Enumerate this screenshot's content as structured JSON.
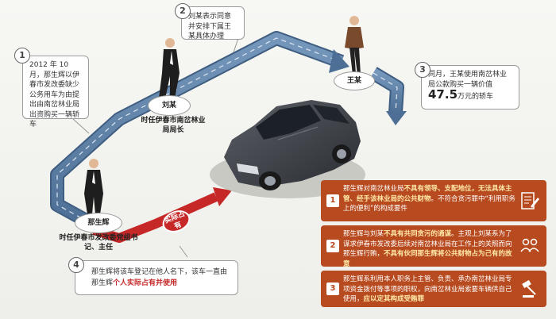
{
  "steps": [
    {
      "num": "1",
      "text": "2012 年 10 月，那生辉以伊春市发改委缺少公务用车为由提出由南岔林业局出资购买一辆轿车"
    },
    {
      "num": "2",
      "text": "刘某表示同意并安排下属王某具体办理"
    },
    {
      "num": "3",
      "pre": "同月，王某使用南岔林业局公款购买一辆价值",
      "amount": "47.5",
      "post": "万元的轿车"
    },
    {
      "num": "4",
      "pre": "那生辉将该车登记在他人名下，该车一直由那生辉",
      "highlight": "个人实际占有并使用"
    }
  ],
  "people": {
    "liu": {
      "name": "刘某",
      "title": "时任伊春市南岔林业局局长"
    },
    "wang": {
      "name": "王某"
    },
    "na": {
      "name": "那生辉",
      "title": "时任伊春市发改委党组书记、主任"
    }
  },
  "tag": "实际占有",
  "points": [
    {
      "num": "1",
      "pre": "那生辉对南岔林业局",
      "b1": "不具有领导、支配地位，无法具体主管、经手该林业局的公共财物",
      "post": "。不符合贪污罪中“利用职务上的便利”的构成要件",
      "icon": "document-pen-icon"
    },
    {
      "num": "2",
      "pre": "那生辉与刘某",
      "b1": "不具有共同贪污的通谋",
      "mid": "。主观上刘某系为了谋求伊春市发改委后续对南岔林业局在工作上的关照而向那生辉行贿，",
      "b2": "不具有伙同那生辉将公共财物占为己有的故意",
      "icon": "two-people-icon"
    },
    {
      "num": "3",
      "pre": "那生辉系利用本人职务上主管、负责、承办南岔林业局专项资金拨付等事项的职权，向南岔林业局索要车辆供自己使用，",
      "b1": "应以定其构成受贿罪",
      "icon": "gavel-icon"
    }
  ],
  "colors": {
    "accent": "#b74a1e",
    "red": "#c62828",
    "road": "#5b7fa3"
  }
}
